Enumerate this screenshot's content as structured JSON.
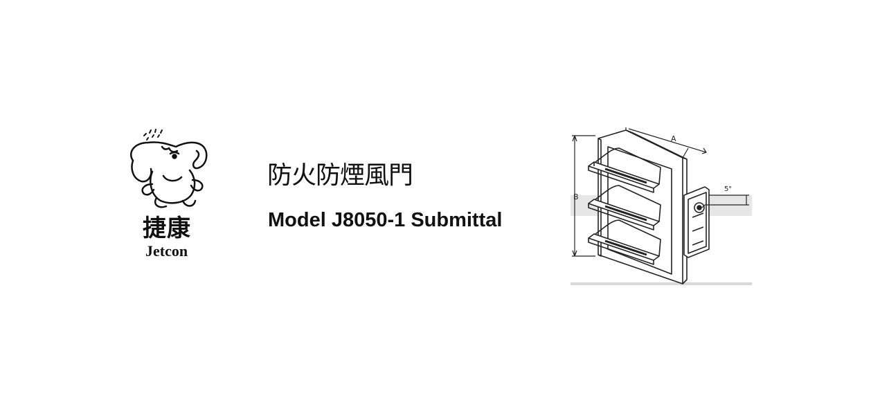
{
  "logo": {
    "chinese_name": "捷康",
    "english_name": "Jetcon"
  },
  "title": {
    "chinese": "防火防煙風門",
    "english": "Model J8050-1 Submittal"
  },
  "drawing": {
    "dim_a": "A",
    "dim_b": "B",
    "dim_offset": "5\""
  }
}
